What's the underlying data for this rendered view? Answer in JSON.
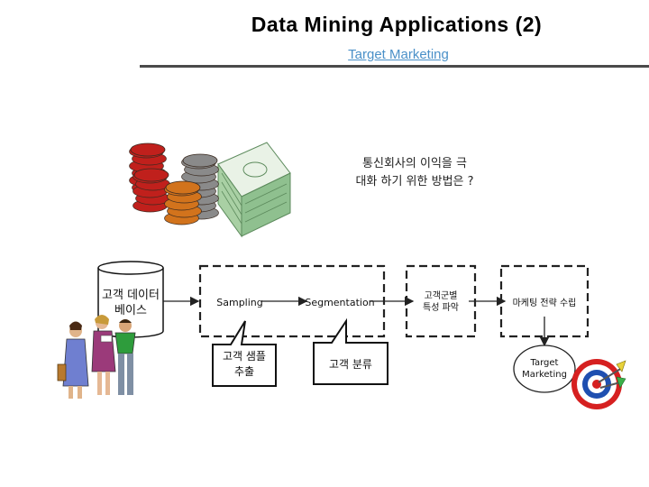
{
  "header": {
    "title": "Data Mining Applications (2)",
    "subtitle": "Target Marketing"
  },
  "question": {
    "line1": "통신회사의 이익을 극",
    "line2": "대화 하기 위한 방법은 ?"
  },
  "database": {
    "line1": "고객 데이터",
    "line2": "베이스"
  },
  "flow": {
    "sampling": "Sampling",
    "segmentation": "Segmentation",
    "group_char_line1": "고객군별",
    "group_char_line2": "특성 파악",
    "marketing_strategy": "마케팅 전략 수립"
  },
  "callouts": {
    "sample_line1": "고객 샘플",
    "sample_line2": "추출",
    "classify": "고객 분류"
  },
  "target": {
    "line1": "Target",
    "line2": "Marketing"
  },
  "colors": {
    "title_rule": "#4a4a4a",
    "subtitle": "#4a90c8",
    "coin_red": "#c0201c",
    "coin_gray": "#8a8a8a",
    "coin_orange": "#d2731c",
    "bill_green": "#8fc08f",
    "target_red": "#d62020",
    "target_blue": "#1f4fb0"
  }
}
